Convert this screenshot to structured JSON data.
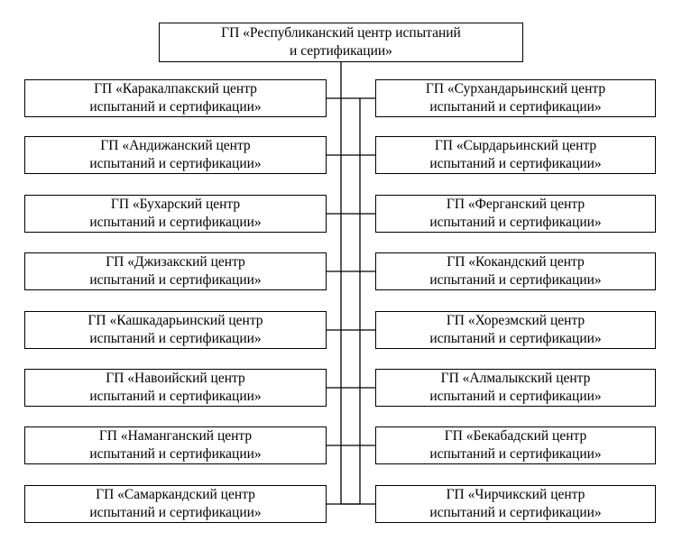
{
  "root": {
    "line1": "ГП «Республиканский центр испытаний",
    "line2": "и сертификации»"
  },
  "left": [
    {
      "line1": "ГП «Каракалпакский центр",
      "line2": "испытаний и сертификации»"
    },
    {
      "line1": "ГП «Андижанский центр",
      "line2": "испытаний и сертификации»"
    },
    {
      "line1": "ГП «Бухарский центр",
      "line2": "испытаний и сертификации»"
    },
    {
      "line1": "ГП «Джизакский центр",
      "line2": "испытаний и сертификации»"
    },
    {
      "line1": "ГП «Кашкадарьинский центр",
      "line2": "испытаний и сертификации»"
    },
    {
      "line1": "ГП «Навоийский центр",
      "line2": "испытаний и сертификации»"
    },
    {
      "line1": "ГП «Наманганский центр",
      "line2": "испытаний и сертификации»"
    },
    {
      "line1": "ГП «Самаркандский центр",
      "line2": "испытаний и сертификации»"
    }
  ],
  "right": [
    {
      "line1": "ГП «Сурхандарьинский центр",
      "line2": "испытаний и сертификации»"
    },
    {
      "line1": "ГП «Сырдарьинский центр",
      "line2": "испытаний и сертификации»"
    },
    {
      "line1": "ГП «Ферганский центр",
      "line2": "испытаний и сертификации»"
    },
    {
      "line1": "ГП «Кокандский центр",
      "line2": "испытаний и сертификации»"
    },
    {
      "line1": "ГП «Хорезмский центр",
      "line2": "испытаний и сертификации»"
    },
    {
      "line1": "ГП «Алмалыкский центр",
      "line2": "испытаний и сертификации»"
    },
    {
      "line1": "ГП «Бекабадский центр",
      "line2": "испытаний и сертификации»"
    },
    {
      "line1": "ГП «Чирчикский центр",
      "line2": "испытаний и сертификации»"
    }
  ]
}
